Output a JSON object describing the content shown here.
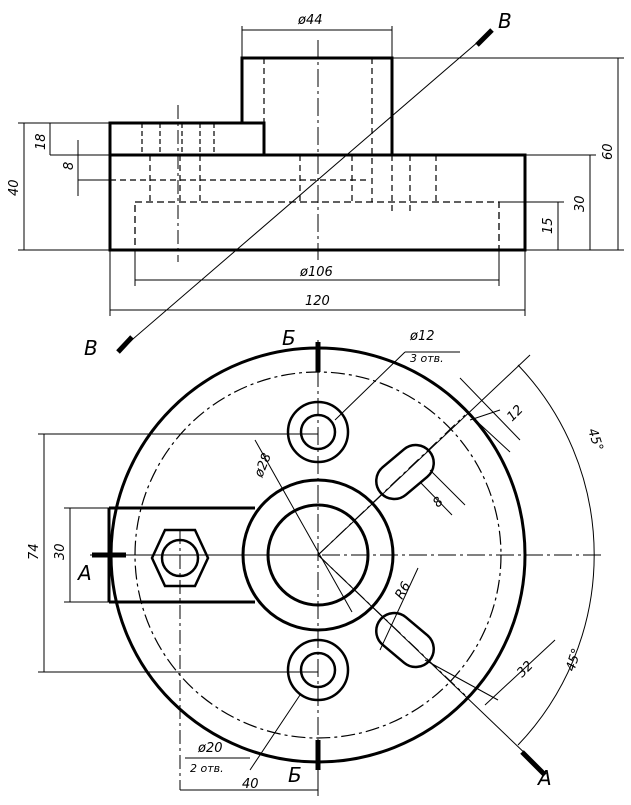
{
  "front_view": {
    "dims": {
      "d44": "ø44",
      "h18": "18",
      "h8": "8",
      "h40": "40",
      "d106": "ø106",
      "w120": "120",
      "h60": "60",
      "h30": "30",
      "h15": "15"
    },
    "section_label": "B"
  },
  "top_view": {
    "hole_callout": {
      "dia": "ø12",
      "qty": "3 отв."
    },
    "counterbore_callout": {
      "dia": "ø20",
      "qty": "2 отв."
    },
    "dims": {
      "d28": "ø28",
      "w12": "12",
      "w8": "8",
      "ang45a": "45°",
      "ang45b": "45°",
      "r6": "R6",
      "l32": "32",
      "h74": "74",
      "h30": "30",
      "w40": "40"
    },
    "section_label_b": "Б",
    "section_label_a": "A"
  },
  "colors": {
    "line": "#000000",
    "background": "#ffffff"
  }
}
